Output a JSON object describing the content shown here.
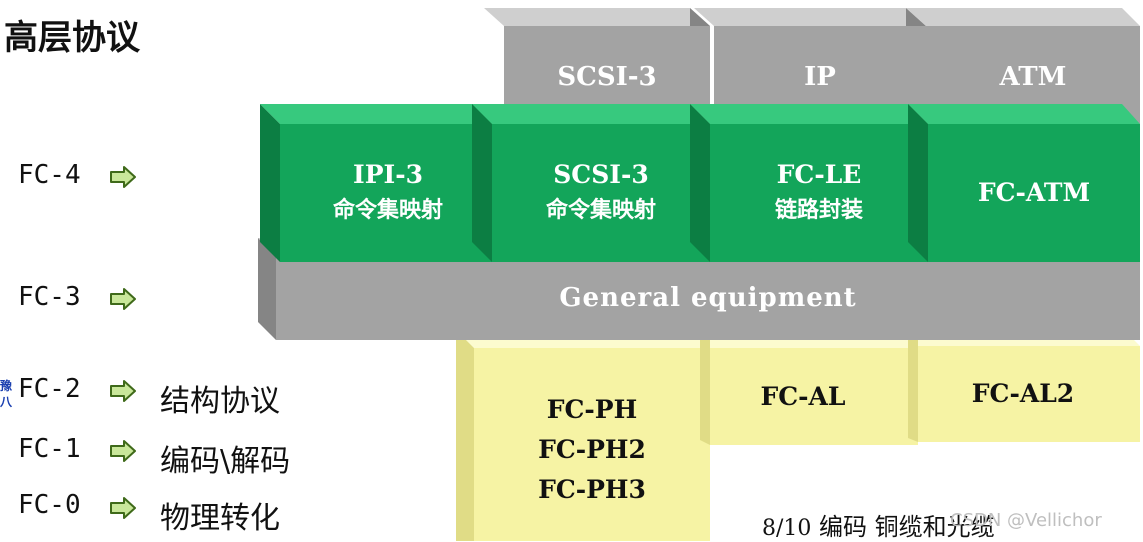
{
  "title": "高层协议",
  "levels": [
    {
      "name": "FC-4",
      "desc": ""
    },
    {
      "name": "FC-3",
      "desc": ""
    },
    {
      "name": "FC-2",
      "desc": "结构协议"
    },
    {
      "name": "FC-1",
      "desc": "编码\\解码"
    },
    {
      "name": "FC-0",
      "desc": "物理转化"
    }
  ],
  "upper_protocols": [
    "SCSI-3",
    "IP",
    "ATM"
  ],
  "fc4_mappings": [
    {
      "line1": "IPI-3",
      "line2": "命令集映射"
    },
    {
      "line1": "SCSI-3",
      "line2": "命令集映射"
    },
    {
      "line1": "FC-LE",
      "line2": "链路封装"
    },
    {
      "line1": "FC-ATM",
      "line2": ""
    }
  ],
  "fc3_bar": "General equipment",
  "physical": {
    "ph_lines": [
      "FC-PH",
      "FC-PH2",
      "FC-PH3"
    ],
    "al": "FC-AL",
    "al2": "FC-AL2"
  },
  "footer": {
    "num": "8/10",
    "text": "编码  铜缆和光缆"
  },
  "watermark": "CSDN @Vellichor",
  "edge_mark": "豫八",
  "colors": {
    "green_front": "#13a55a",
    "green_top": "#37c97e",
    "green_side": "#0c7e43",
    "gray_front": "#a3a3a3",
    "gray_top": "#cfcfcf",
    "gray_side": "#858585",
    "yellow_front": "#f6f3a4",
    "yellow_top": "#fcfbcf",
    "yellow_side": "#e0dc86",
    "arrow_fill": "#c9e79a",
    "arrow_stroke": "#3f6a1a"
  }
}
